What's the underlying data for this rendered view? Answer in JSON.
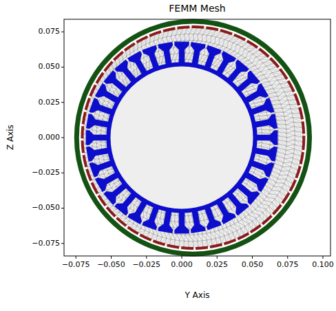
{
  "diagram": {
    "title": "FEMM Mesh",
    "labels": [
      "−0.075",
      "−0.050",
      "−0.025",
      "0.000",
      "0.025",
      "0.050",
      "0.075",
      "0.100",
      "0.075",
      "0.050",
      "0.025",
      "0.000",
      "−0.025",
      "−0.050",
      "−0.075",
      "Y Axis",
      "Z Axis"
    ]
  }
}
